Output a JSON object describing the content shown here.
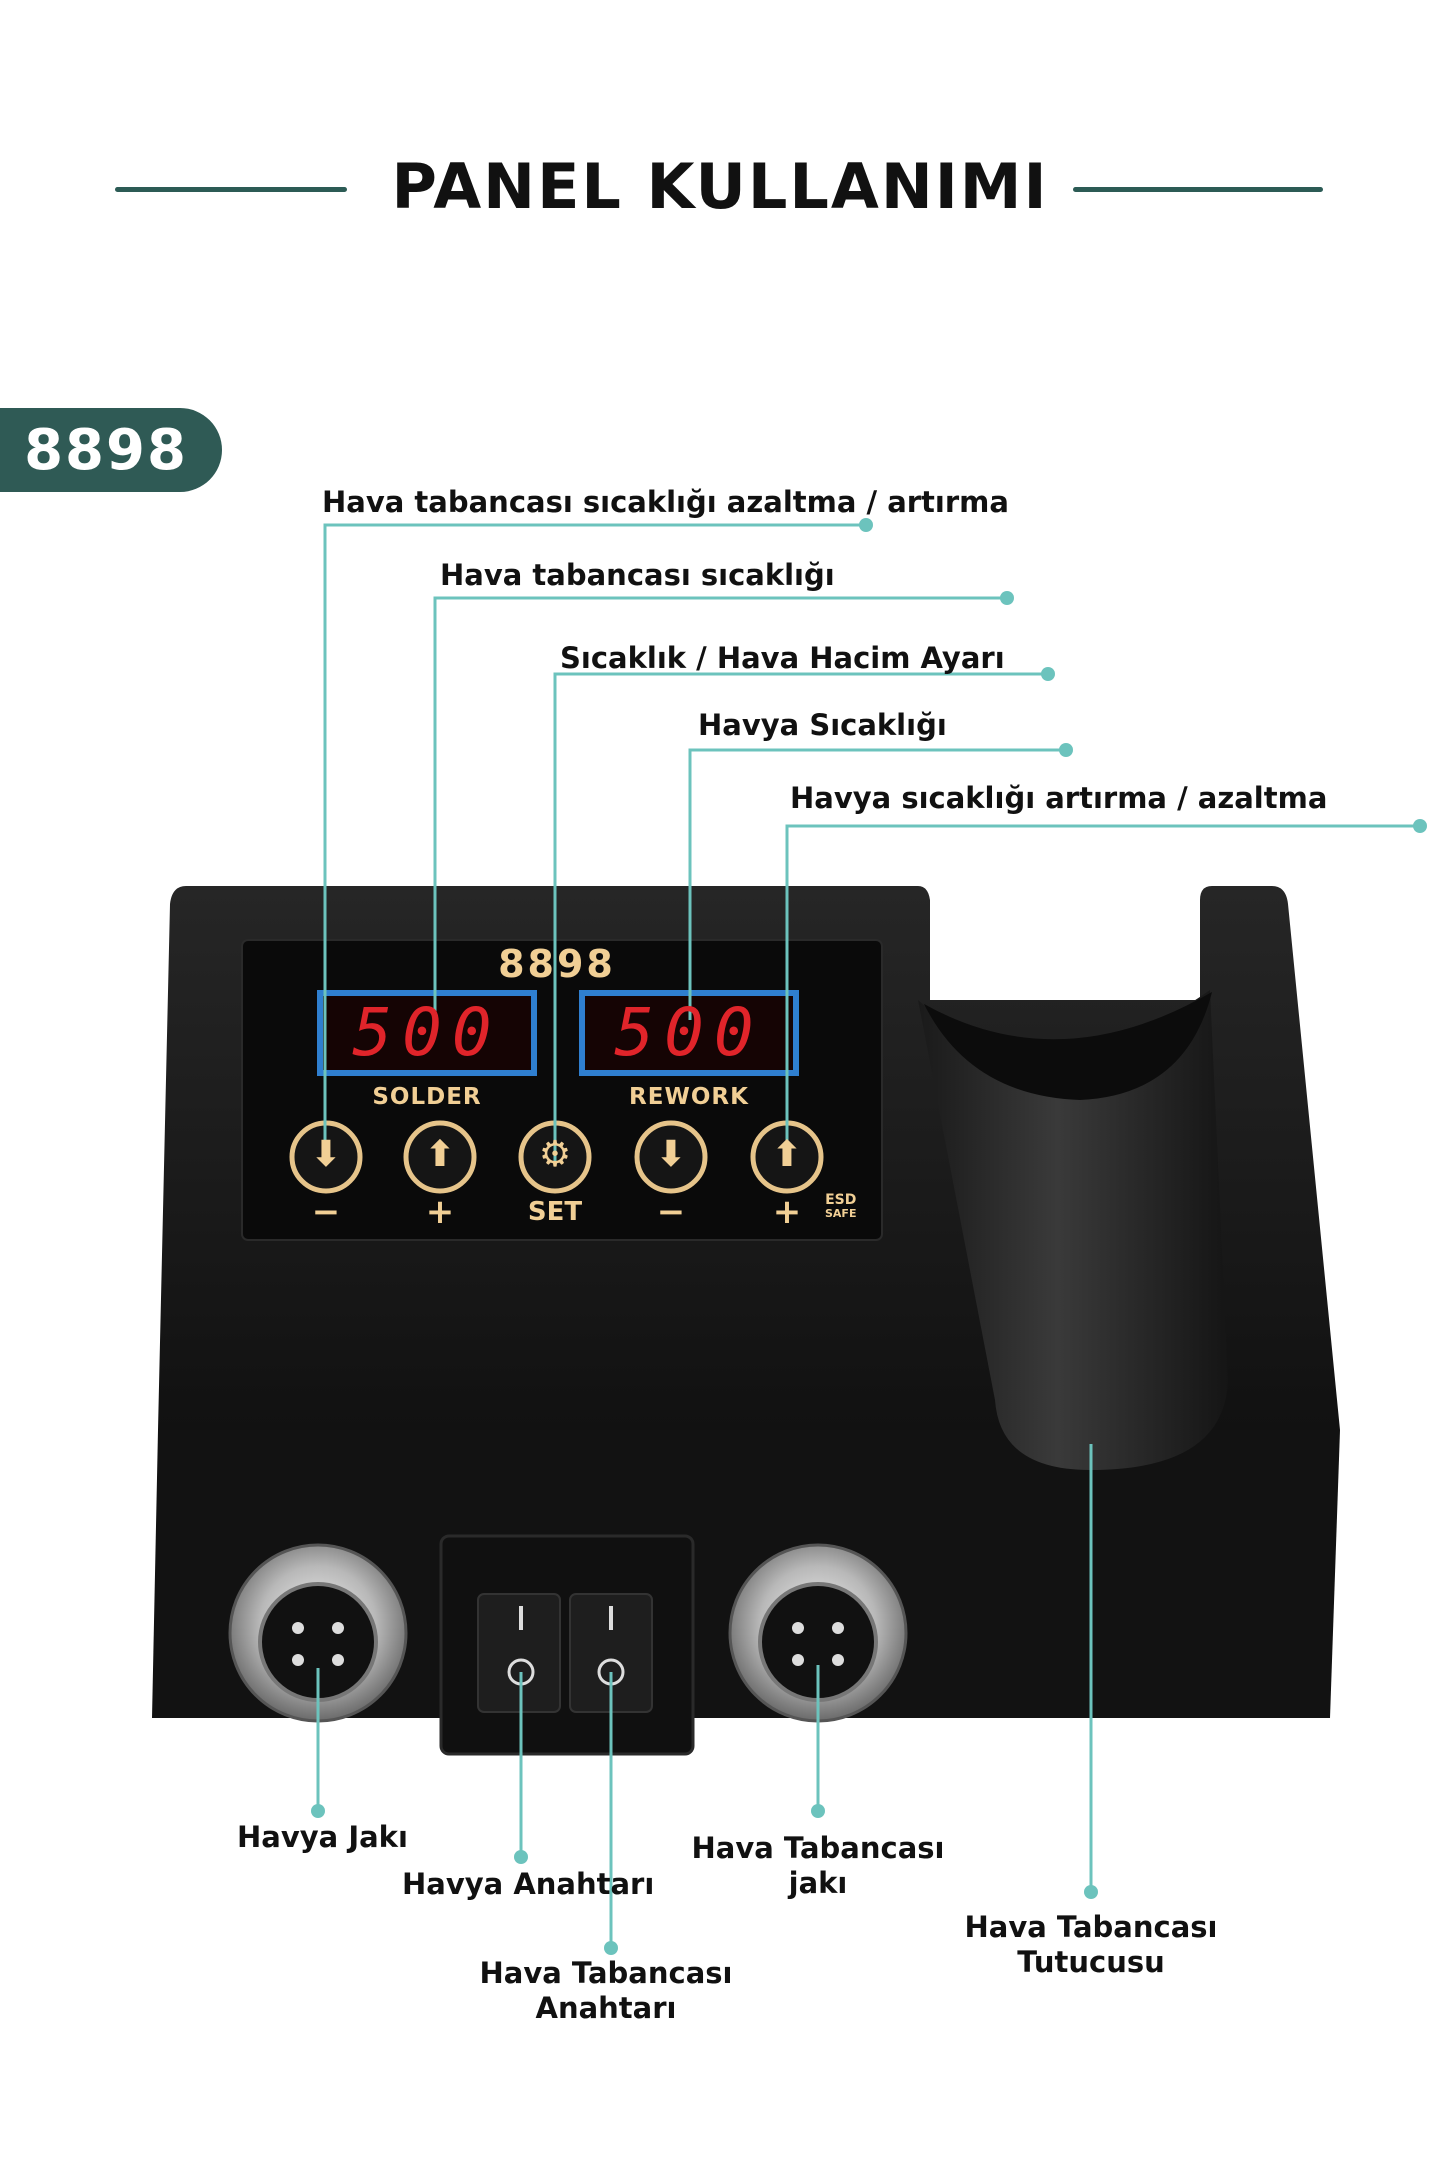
{
  "header": {
    "title": "PANEL KULLANIMI"
  },
  "model_badge": "8898",
  "device": {
    "panel_brand": "8898",
    "display_left": "500",
    "display_right": "500",
    "label_left": "SOLDER",
    "label_right": "REWORK",
    "buttons": [
      {
        "icon": "arrow-down-icon",
        "sign": "−"
      },
      {
        "icon": "arrow-up-icon",
        "sign": "+"
      },
      {
        "icon": "gear-icon",
        "sign": "SET"
      },
      {
        "icon": "arrow-down-icon",
        "sign": "−"
      },
      {
        "icon": "arrow-up-icon",
        "sign": "+"
      }
    ],
    "esd_top": "ESD",
    "esd_bottom": "SAFE",
    "switch_on_mark": "I",
    "switch_off_mark": "O"
  },
  "callouts_top": [
    "Hava tabancası sıcaklığı azaltma / artırma",
    "Hava tabancası sıcaklığı",
    "Sıcaklık / Hava Hacim Ayarı",
    "Havya Sıcaklığı",
    "Havya sıcaklığı artırma / azaltma"
  ],
  "callouts_bottom": {
    "havya_jaki": "Havya Jakı",
    "havya_anahtari": "Havya Anahtarı",
    "hava_anahtari_1": "Hava Tabancası",
    "hava_anahtari_2": "Anahtarı",
    "hava_jaki_1": "Hava Tabancası",
    "hava_jaki_2": "jakı",
    "tutucu_1": "Hava Tabancası",
    "tutucu_2": "Tutucusu"
  },
  "colors": {
    "accent": "#6cc3bd",
    "badge": "#2f5a55",
    "title_line": "#2c5b55",
    "device_body": "#161616",
    "panel": "#0b0b0b",
    "segment_red": "#e0242a",
    "display_frame": "#2f7fd0",
    "button_gold": "#e6c48a"
  }
}
